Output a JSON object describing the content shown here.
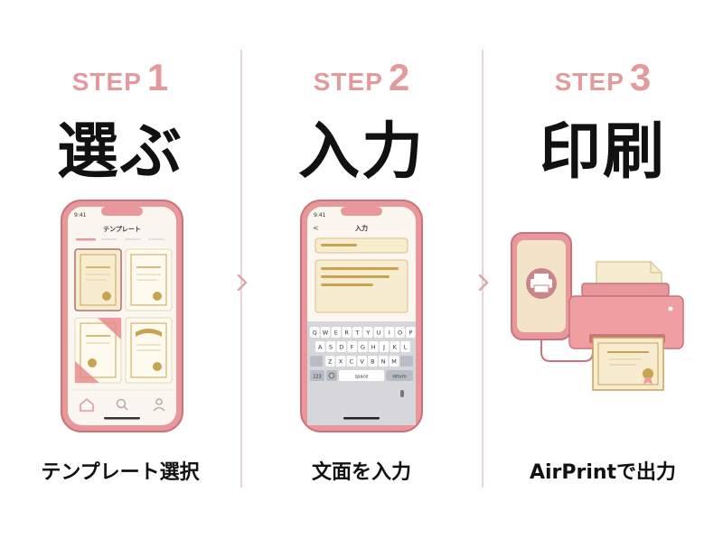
{
  "steps": [
    {
      "word": "STEP",
      "number": "1",
      "title": "選ぶ",
      "caption": "テンプレート選択",
      "phone": {
        "time": "9:41",
        "header": "テンプレート"
      }
    },
    {
      "word": "STEP",
      "number": "2",
      "title": "入力",
      "caption": "文面を入力",
      "phone": {
        "time": "9:41",
        "header": "入力",
        "back": "<",
        "keyboard": {
          "row1": [
            "Q",
            "W",
            "E",
            "R",
            "T",
            "Y",
            "U",
            "I",
            "O",
            "P"
          ],
          "row2": [
            "A",
            "S",
            "D",
            "F",
            "G",
            "H",
            "J",
            "K",
            "L"
          ],
          "row3": [
            "Z",
            "X",
            "C",
            "V",
            "B",
            "N",
            "M"
          ],
          "num_key": "123",
          "space_key": "space",
          "return_key": "return"
        }
      }
    },
    {
      "word": "STEP",
      "number": "3",
      "title": "印刷",
      "caption": "AirPrintで出力"
    }
  ],
  "colors": {
    "accent": "#e39a9c",
    "phone_frame": "#e8979b",
    "phone_frame_dark": "#c9737a",
    "gold": "#c9a450",
    "cream": "#f7ecd0",
    "divider": "#ead4d6"
  },
  "icons": {
    "chevron": "chevron-right-icon",
    "nav": [
      "home-icon",
      "search-icon",
      "profile-icon"
    ],
    "printer": "printer-icon"
  }
}
